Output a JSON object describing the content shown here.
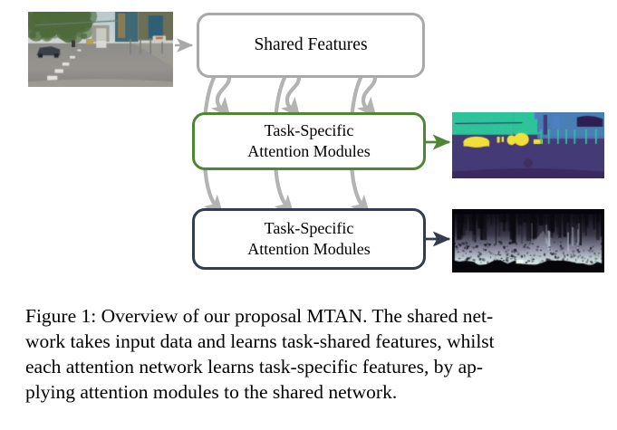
{
  "figure": {
    "id": "figure-1",
    "caption_lines": [
      "Figure 1: Overview of our proposal MTAN. The shared net-",
      "work takes input data and learns task-shared features, whilst",
      "each attention network learns task-specific features, by ap-",
      "plying attention modules to the shared network."
    ],
    "caption_full": "Figure 1: Overview of our proposal MTAN. The shared network takes input data and learns task-shared features, whilst each attention network learns task-specific features, by applying attention modules to the shared network."
  },
  "diagram": {
    "shared_box": {
      "label": "Shared Features",
      "border_color": "#a9a9a9"
    },
    "task_box_a": {
      "line1": "Task-Specific",
      "line2": "Attention Modules",
      "border_color": "#4f8634"
    },
    "task_box_b": {
      "line1": "Task-Specific",
      "line2": "Attention Modules",
      "border_color": "#333d4f"
    },
    "thumbnails": {
      "input": {
        "name": "input-street-scene-image",
        "alt": "RGB street scene photograph used as network input"
      },
      "segmentation": {
        "name": "semantic-segmentation-output",
        "alt": "Semantic segmentation prediction map in viridis colours"
      },
      "depth": {
        "name": "depth-estimation-output",
        "alt": "Depth estimation prediction map, dark to light gradient"
      }
    },
    "arrows": {
      "input_arrow_color": "#a9a9a9",
      "attention_arrow_color": "#b3b3b3",
      "seg_output_arrow_color": "#4f8634",
      "depth_output_arrow_color": "#333d4f",
      "attention_arrow_count": 6
    }
  },
  "colors": {
    "gray": "#a9a9a9",
    "green": "#4f8634",
    "navy": "#333d4f",
    "arrow_gray": "#b3b3b3",
    "background": "#ffffff",
    "text": "#000000"
  }
}
